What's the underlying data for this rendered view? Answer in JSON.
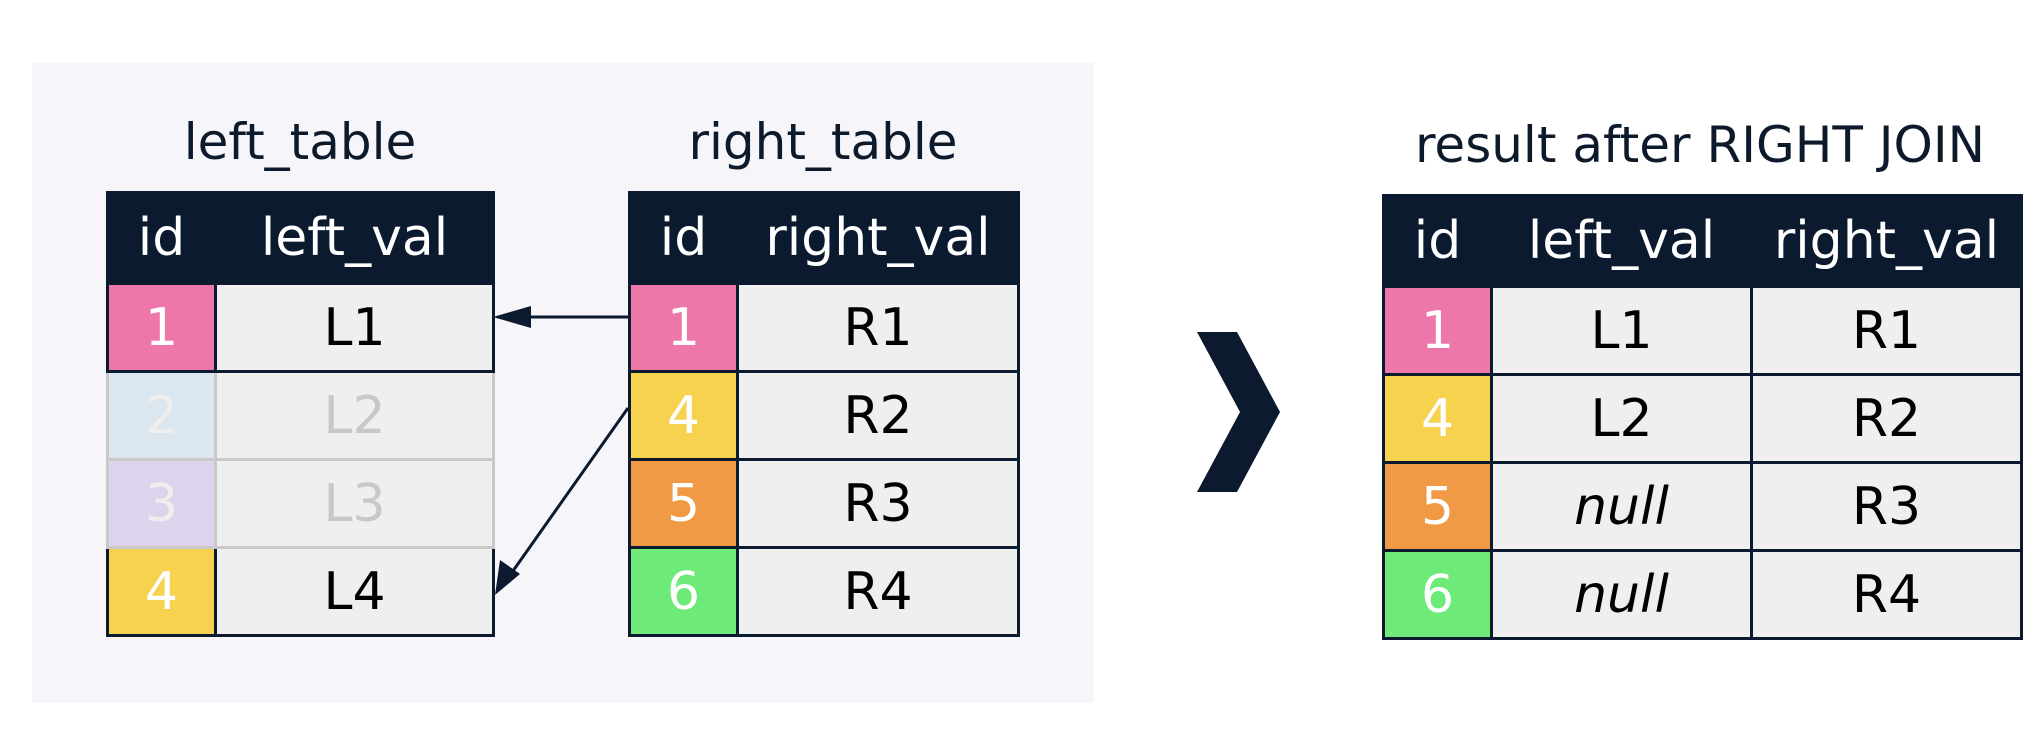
{
  "colors": {
    "header": "#0b1a2e",
    "pink": "#ee77aa",
    "light_blue": "#dce6ee",
    "lavender": "#ddd3ec",
    "yellow": "#f6d24f",
    "orange": "#f09a46",
    "green": "#6dea77",
    "cell": "#efefef"
  },
  "left_table": {
    "title": "left_table",
    "headers": [
      "id",
      "left_val"
    ],
    "rows": [
      {
        "id": "1",
        "val": "L1",
        "color": "#ee77aa",
        "matched": true
      },
      {
        "id": "2",
        "val": "L2",
        "color": "#dce6ee",
        "matched": false
      },
      {
        "id": "3",
        "val": "L3",
        "color": "#ddd3ec",
        "matched": false
      },
      {
        "id": "4",
        "val": "L4",
        "color": "#f6d24f",
        "matched": true
      }
    ]
  },
  "right_table": {
    "title": "right_table",
    "headers": [
      "id",
      "right_val"
    ],
    "rows": [
      {
        "id": "1",
        "val": "R1",
        "color": "#ee77aa"
      },
      {
        "id": "4",
        "val": "R2",
        "color": "#f6d24f"
      },
      {
        "id": "5",
        "val": "R3",
        "color": "#f09a46"
      },
      {
        "id": "6",
        "val": "R4",
        "color": "#6dea77"
      }
    ]
  },
  "result_table": {
    "title": "result after RIGHT JOIN",
    "headers": [
      "id",
      "left_val",
      "right_val"
    ],
    "rows": [
      {
        "id": "1",
        "left_val": "L1",
        "right_val": "R1",
        "color": "#ee77aa"
      },
      {
        "id": "4",
        "left_val": "L2",
        "right_val": "R2",
        "color": "#f6d24f"
      },
      {
        "id": "5",
        "left_val": "null",
        "right_val": "R3",
        "color": "#f09a46"
      },
      {
        "id": "6",
        "left_val": "null",
        "right_val": "R4",
        "color": "#6dea77"
      }
    ]
  },
  "arrow_icon": "chevron-right-icon"
}
